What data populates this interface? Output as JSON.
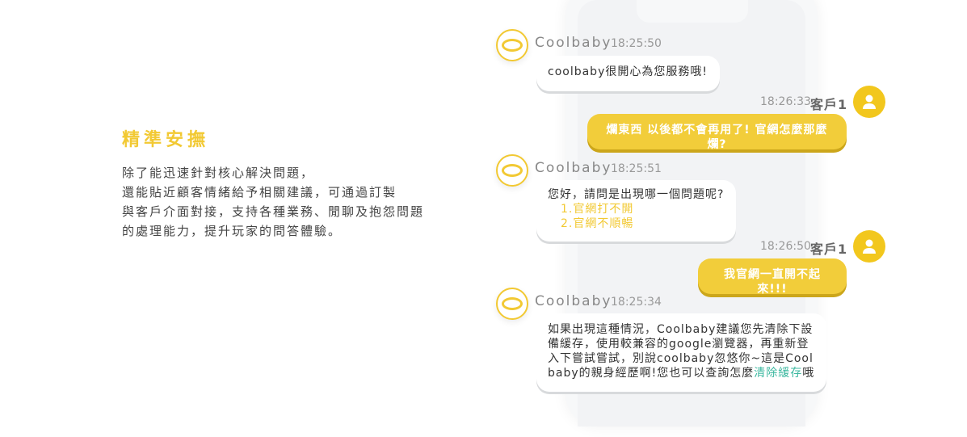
{
  "feature": {
    "title": "精準安撫",
    "lines": [
      "除了能迅速針對核心解決問題，",
      "還能貼近顧客情緒給予相關建議，可通過訂製",
      "與客戶介面對接，支持各種業務、閒聊及抱怨問題",
      "的處理能力，提升玩家的問答體驗。"
    ]
  },
  "chat": {
    "bot_name": "Coolbaby",
    "customer_name": "客戶1",
    "messages": [
      {
        "time": "18:25:50",
        "text": "coolbaby很開心為您服務哦!"
      },
      {
        "time": "18:26:33",
        "text": "爛東西 以後都不會再用了! 官網怎麼那麼爛?"
      },
      {
        "time": "18:25:51",
        "text": "您好，請問是出現哪一個問題呢?",
        "options": [
          "1.官網打不開",
          "2.官網不順暢"
        ]
      },
      {
        "time": "18:26:50",
        "text": "我官網一直開不起來!!!"
      },
      {
        "time": "18:25:34",
        "text": "如果出現這種情況，Coolbaby建議您先清除下設備緩存，使用較兼容的google瀏覽器，再重新登入下嘗試嘗試，別說coolbaby忽悠你~這是Coolbaby的親身經歷啊!您也可以查詢怎麼",
        "link": "清除緩存",
        "suffix": "哦"
      }
    ]
  },
  "colors": {
    "accent": "#f2c933",
    "link": "#3cb8a0"
  }
}
